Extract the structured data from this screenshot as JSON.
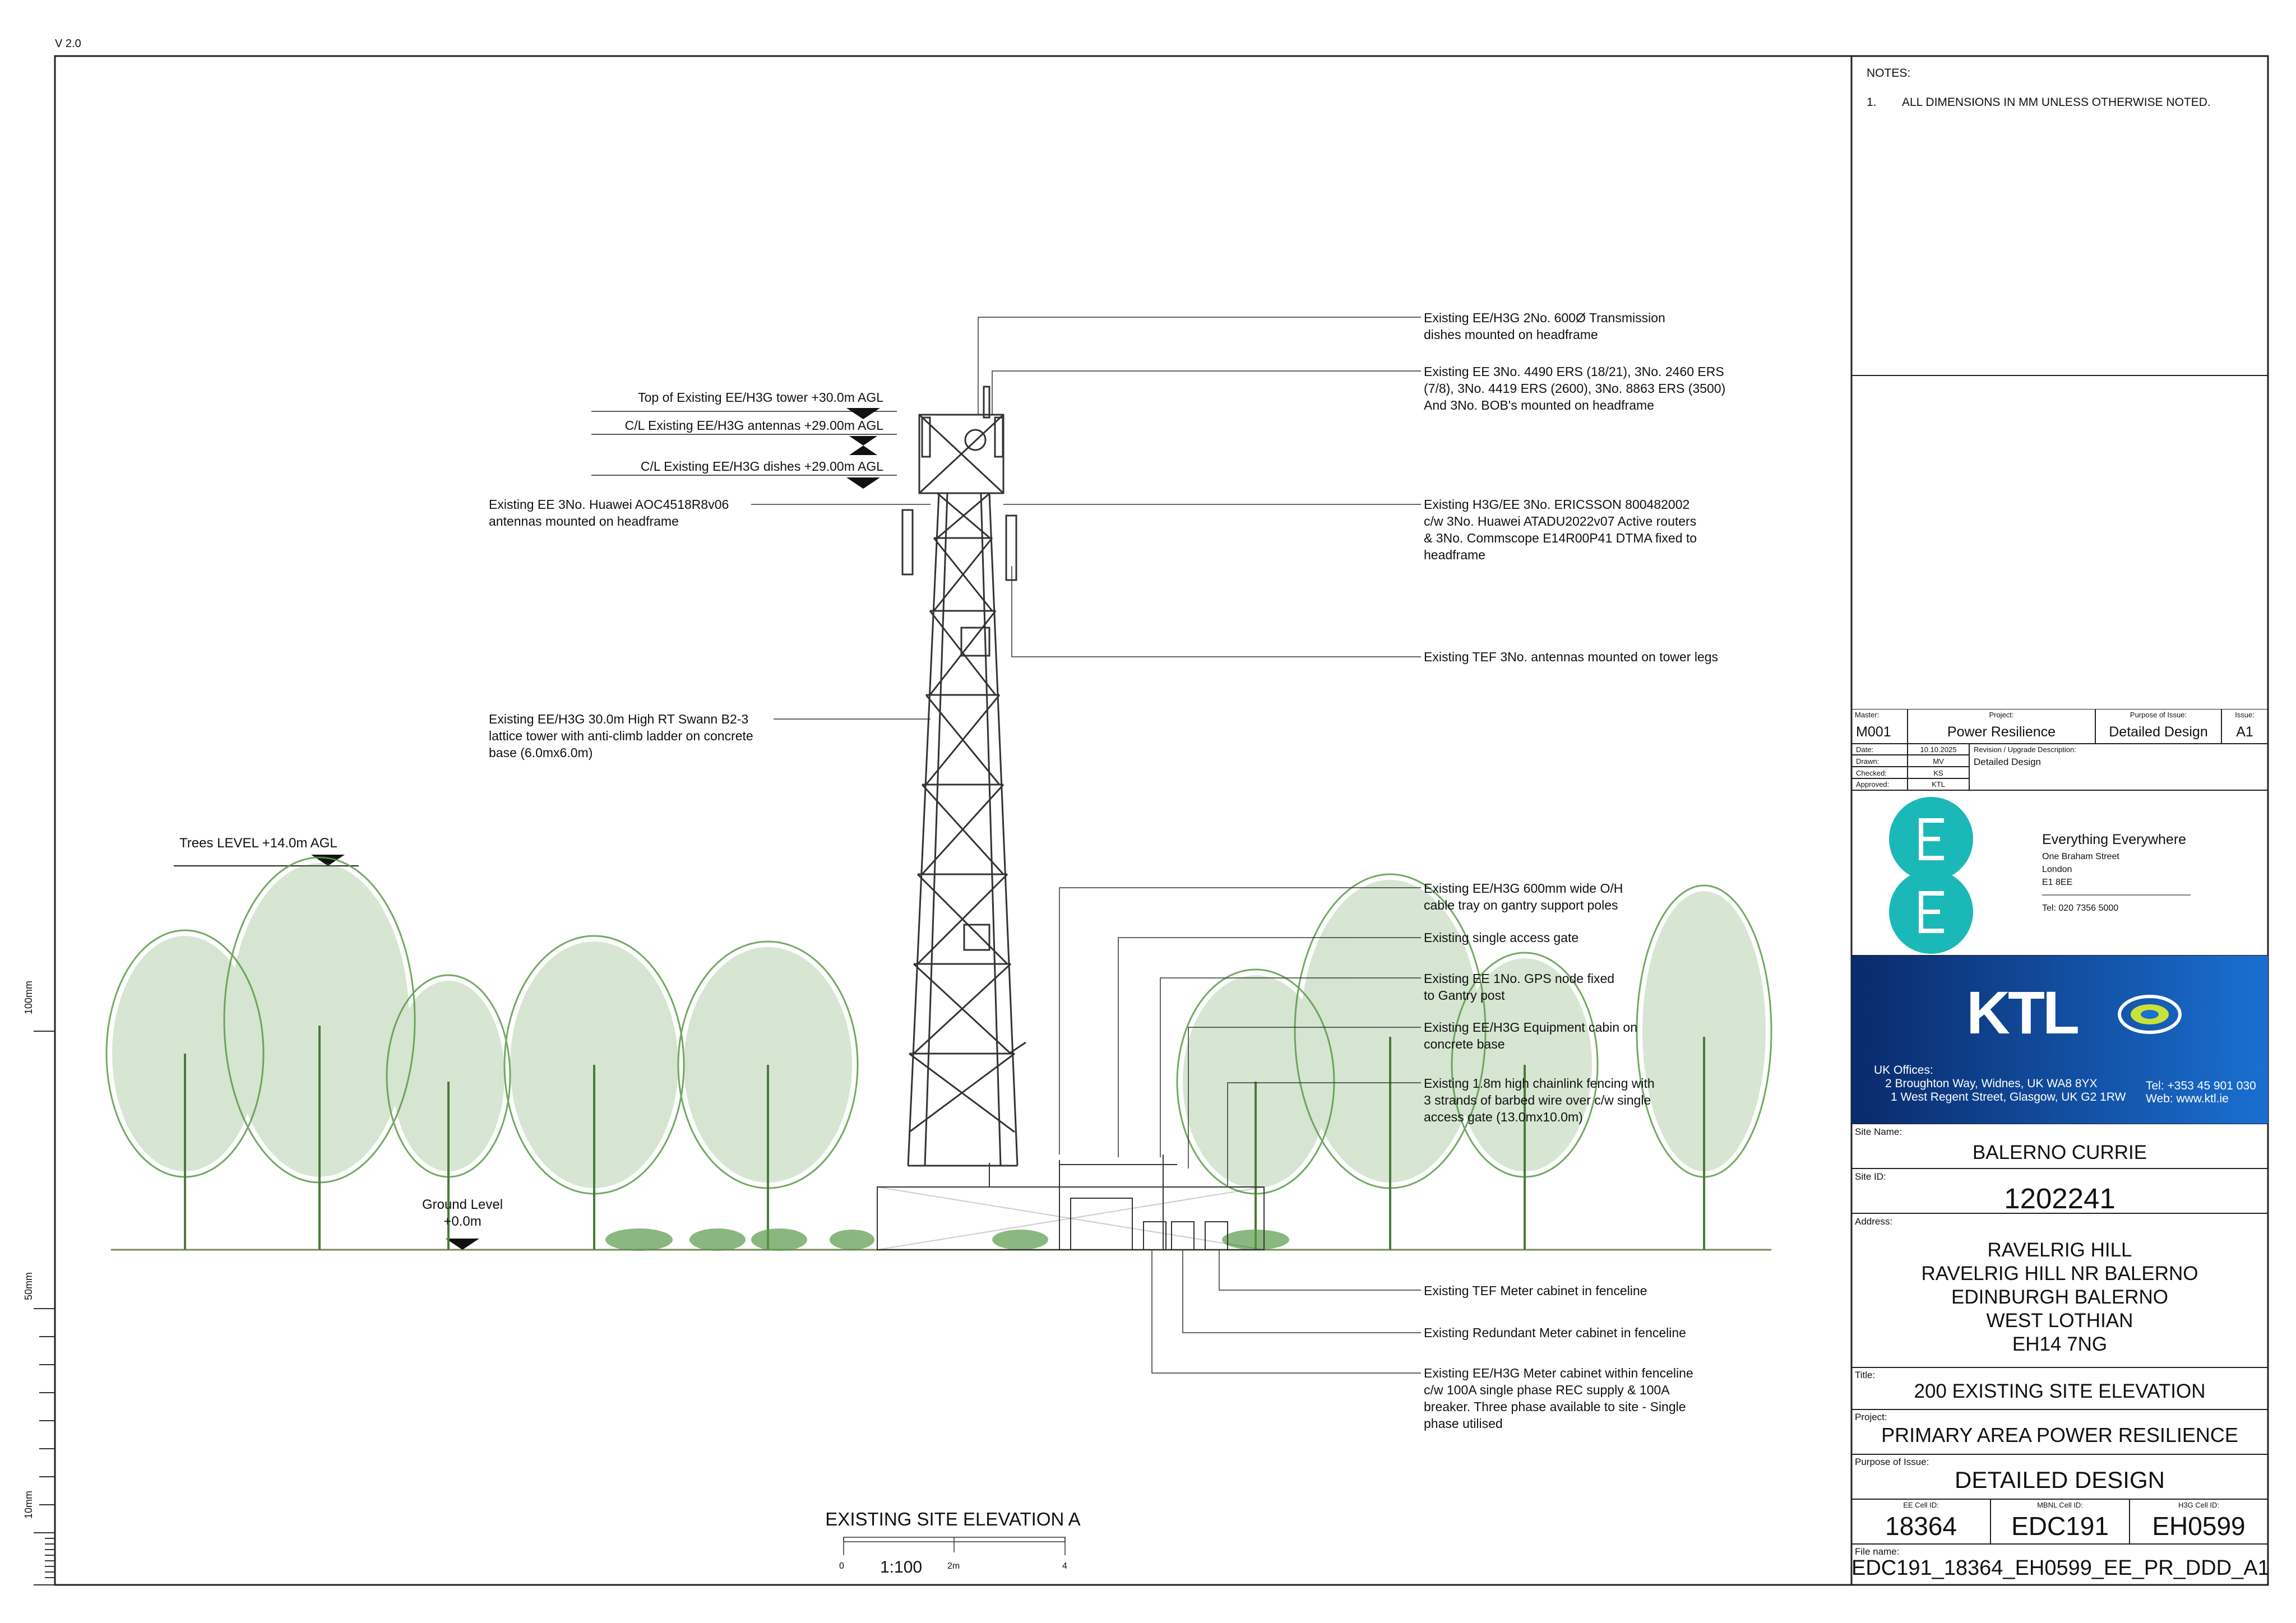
{
  "sheet": {
    "version": "V 2.0",
    "scale_marks": [
      "100mm",
      "50mm",
      "10mm"
    ]
  },
  "notes": {
    "title": "NOTES:",
    "items": [
      {
        "num": "1.",
        "text": "ALL DIMENSIONS IN MM UNLESS OTHERWISE NOTED."
      }
    ]
  },
  "elevation": {
    "title": "EXISTING SITE ELEVATION A",
    "scale": "1:100",
    "scalebar_labels": [
      "0",
      "2m",
      "4"
    ],
    "ground_level": "Ground Level",
    "ground_value": "+0.0m",
    "trees_level": "Trees LEVEL +14.0m AGL",
    "levels": [
      "Top of Existing EE/H3G tower +30.0m AGL",
      "C/L Existing EE/H3G antennas +29.00m AGL",
      "C/L Existing EE/H3G dishes +29.00m AGL"
    ],
    "left_callouts": [
      {
        "lines": [
          "Existing EE 3No. Huawei AOC4518R8v06",
          "antennas mounted on headframe"
        ]
      },
      {
        "lines": [
          "Existing EE/H3G 30.0m High RT Swann B2-3",
          "lattice tower with anti-climb ladder on concrete",
          "base (6.0mx6.0m)"
        ]
      }
    ],
    "right_callouts": [
      {
        "lines": [
          "Existing EE/H3G 2No. 600Ø Transmission",
          "dishes mounted on headframe"
        ]
      },
      {
        "lines": [
          "Existing EE 3No. 4490 ERS (18/21), 3No. 2460 ERS",
          "(7/8), 3No. 4419 ERS (2600), 3No. 8863 ERS (3500)",
          "And 3No. BOB's mounted on headframe"
        ]
      },
      {
        "lines": [
          "Existing H3G/EE 3No. ERICSSON 800482002",
          "c/w 3No. Huawei ATADU2022v07 Active routers",
          "& 3No. Commscope E14R00P41 DTMA fixed to",
          "headframe"
        ]
      },
      {
        "lines": [
          "Existing TEF 3No. antennas mounted on tower legs"
        ]
      },
      {
        "lines": [
          "Existing EE/H3G 600mm wide O/H",
          "cable tray on gantry support poles"
        ]
      },
      {
        "lines": [
          "Existing single access gate"
        ]
      },
      {
        "lines": [
          "Existing EE 1No. GPS node fixed",
          "to Gantry post"
        ]
      },
      {
        "lines": [
          "Existing EE/H3G Equipment cabin on",
          "concrete base"
        ]
      },
      {
        "lines": [
          "Existing 1.8m high chainlink fencing with",
          "3 strands of barbed wire over c/w single",
          "access gate (13.0mx10.0m)"
        ]
      },
      {
        "lines": [
          "Existing TEF Meter cabinet in fenceline"
        ]
      },
      {
        "lines": [
          "Existing Redundant Meter cabinet in fenceline"
        ]
      },
      {
        "lines": [
          "Existing EE/H3G Meter cabinet within fenceline",
          "c/w 100A single phase REC supply & 100A",
          "breaker. Three phase available to site - Single",
          "phase utilised"
        ]
      }
    ]
  },
  "title_block": {
    "master_label": "Master:",
    "master": "M001",
    "project_label": "Project:",
    "project": "Power Resilience",
    "purpose_label": "Purpose of Issue:",
    "purpose": "Detailed Design",
    "issue_label": "Issue:",
    "issue": "A1",
    "date_label": "Date:",
    "date": "10.10.2025",
    "drawn_label": "Drawn:",
    "drawn": "MV",
    "checked_label": "Checked:",
    "checked": "KS",
    "approved_label": "Approved:",
    "approved": "KTL",
    "revision_label": "Revision / Upgrade Description:",
    "revision": "Detailed Design",
    "ee": {
      "company": "Everything Everywhere",
      "address": [
        "One Braham Street",
        "London",
        "E1 8EE"
      ],
      "tel": "Tel: 020 7356 5000"
    },
    "ktl": {
      "logo": "KTL",
      "offices_label": "UK Offices:",
      "offices": [
        "2 Broughton Way, Widnes, UK WA8 8YX",
        "1 West Regent Street, Glasgow, UK G2 1RW"
      ],
      "tel": "Tel: +353 45 901 030",
      "web": "Web: www.ktl.ie"
    },
    "site_name_label": "Site Name:",
    "site_name": "BALERNO CURRIE",
    "site_id_label": "Site ID:",
    "site_id": "1202241",
    "address_label": "Address:",
    "address": [
      "RAVELRIG HILL",
      "RAVELRIG HILL NR BALERNO",
      "EDINBURGH BALERNO",
      "WEST LOTHIAN",
      "EH14 7NG"
    ],
    "title_label": "Title:",
    "title": "200 EXISTING SITE ELEVATION",
    "project2_label": "Project:",
    "project2": "PRIMARY AREA POWER RESILIENCE",
    "purpose2_label": "Purpose of Issue:",
    "purpose2": "DETAILED DESIGN",
    "ee_cell_label": "EE Cell ID:",
    "ee_cell": "18364",
    "mbnl_cell_label": "MBNL Cell ID:",
    "mbnl_cell": "EDC191",
    "h3g_cell_label": "H3G Cell ID:",
    "h3g_cell": "EH0599",
    "file_label": "File name:",
    "file": "EDC191_18364_EH0599_EE_PR_DDD_A1"
  },
  "colors": {
    "ee_teal": "#1bb8b8",
    "ktl_blue_dark": "#0a2a6b",
    "ktl_blue_light": "#1a6fd1",
    "tree_green": "#5a9a4a"
  }
}
